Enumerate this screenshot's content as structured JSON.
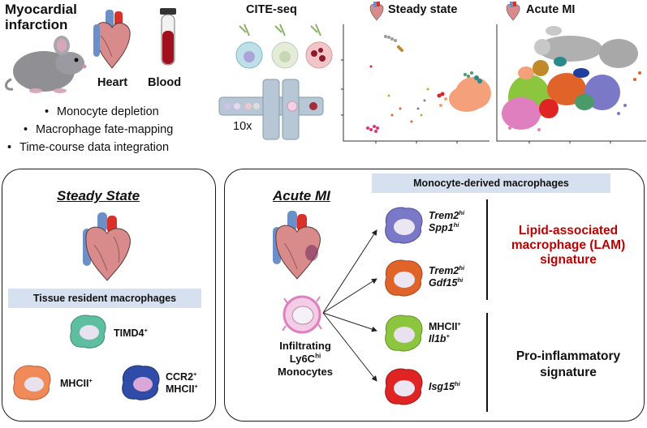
{
  "top": {
    "title_line1": "Myocardial",
    "title_line2": "infarction",
    "heart_label": "Heart",
    "blood_label": "Blood",
    "bullets": [
      "Monocyte depletion",
      "Macrophage fate-mapping",
      "Time-course data integration"
    ],
    "cite_seq_label": "CITE-seq",
    "chip_label": "10x",
    "umap_steady_title": "Steady state",
    "umap_mi_title": "Acute MI"
  },
  "steady_panel": {
    "title": "Steady State",
    "bar": "Tissue resident macrophages",
    "cells": [
      {
        "name": "TIMD4",
        "sup": "+",
        "color": "#5dbfa0"
      },
      {
        "name": "MHCII",
        "sup": "+",
        "color": "#f08a58"
      },
      {
        "line1": "CCR2",
        "sup1": "+",
        "line2": "MHCII",
        "sup2": "+",
        "color": "#2f4da8"
      }
    ]
  },
  "mi_panel": {
    "title": "Acute MI",
    "bar": "Monocyte-derived macrophages",
    "source_line1": "Infiltrating",
    "source_line2": "Ly6C",
    "source_sup": "hi",
    "source_line3": "Monocytes",
    "targets": [
      {
        "l1": "Trem2",
        "s1": "hi",
        "l2": "Spp1",
        "s2": "hi",
        "italic2": true,
        "color": "#7b78c8"
      },
      {
        "l1": "Trem2",
        "s1": "hi",
        "l2": "Gdf15",
        "s2": "hi",
        "italic2": true,
        "color": "#e0632a"
      },
      {
        "l1": "MHCII",
        "s1": "+",
        "l2": "Il1b",
        "s2": "+",
        "italic2": true,
        "color": "#8cc63f"
      },
      {
        "l1": "Isg15",
        "s1": "hi",
        "color": "#e02424"
      }
    ],
    "lam_signature": [
      "Lipid-associated",
      "macrophage (LAM)",
      "signature"
    ],
    "proinflam_signature": [
      "Pro-inflammatory",
      "signature"
    ]
  },
  "colors": {
    "lam_text": "#c00000",
    "bar_bg": "#d6e0ee",
    "monocyte": "#e07fbf"
  }
}
